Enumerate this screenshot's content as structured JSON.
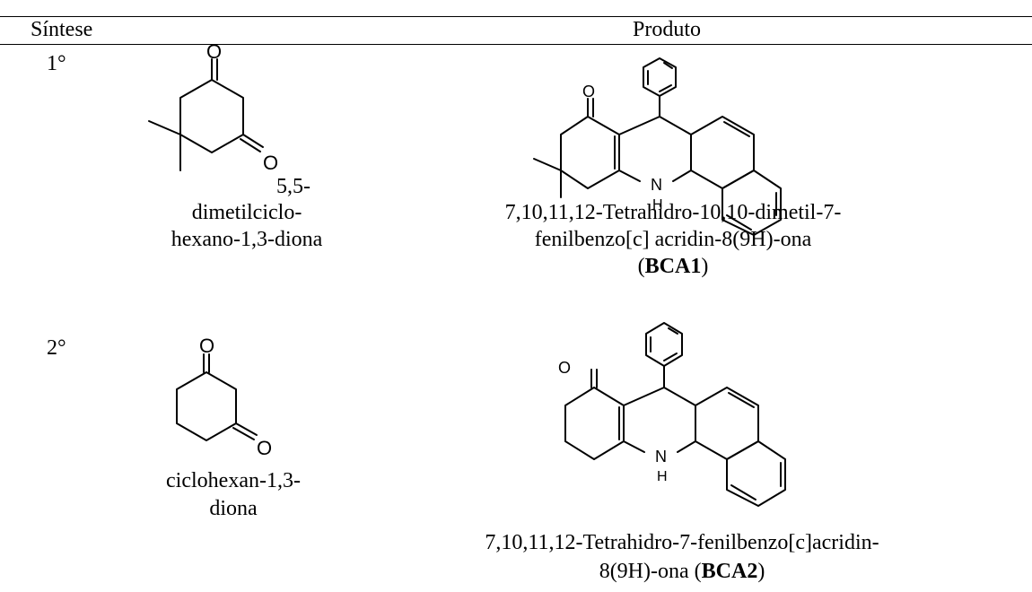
{
  "table": {
    "headers": {
      "synthesis": "Síntese",
      "product": "Produto"
    },
    "rows": [
      {
        "index": "1°",
        "reagent_label_suffix": "5,5-",
        "reagent_line1": "dimetilciclo-",
        "reagent_line2": "hexano-1,3-diona",
        "product_line1": "7,10,11,12-Tetrahidro-10,10-dimetil-7-",
        "product_line2": "fenilbenzo[c] acridin-8(9H)-ona",
        "product_code_open": "(",
        "product_code": "BCA1",
        "product_code_close": ")"
      },
      {
        "index": "2°",
        "reagent_line1": "ciclohexan-1,3-",
        "reagent_line2": "diona",
        "product_line1": "7,10,11,12-Tetrahidro-7-fenilbenzo[c]acridin-",
        "product_line2_prefix": "8(9H)-ona (",
        "product_code": "BCA2",
        "product_code_close": ")"
      }
    ]
  },
  "atoms": {
    "oxygen": "O",
    "nitrogen": "N",
    "hydrogen": "H"
  },
  "structures": {
    "row1_reagent": "5,5-dimethylcyclohexane-1,3-dione-structure",
    "row1_product": "BCA1-structure",
    "row2_reagent": "cyclohexane-1,3-dione-structure",
    "row2_product": "BCA2-structure"
  }
}
